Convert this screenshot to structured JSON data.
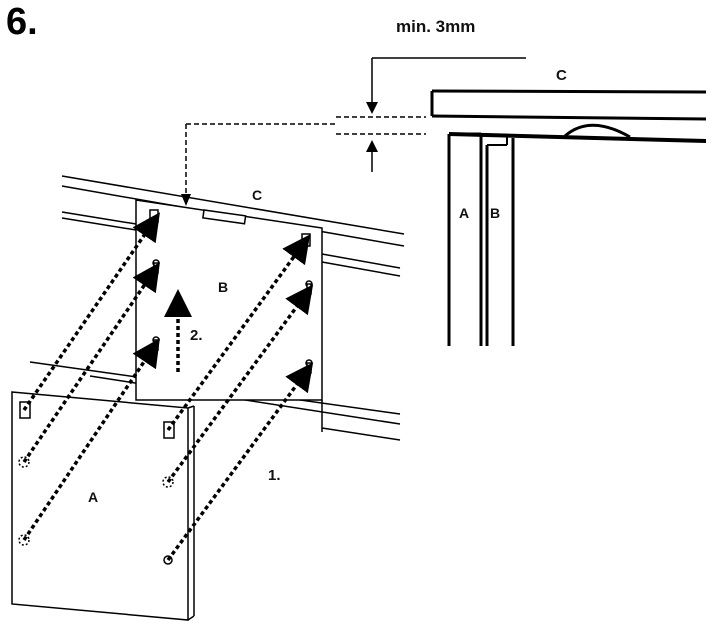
{
  "figure": {
    "step_number": "6.",
    "min_gap_label": "min. 3mm",
    "labels": {
      "panel_front": "A",
      "panel_back": "B",
      "countertop": "C",
      "detail_panel_front": "A",
      "detail_panel_back": "B",
      "detail_countertop": "C"
    },
    "steps": {
      "step1": "1.",
      "step2": "2."
    }
  }
}
